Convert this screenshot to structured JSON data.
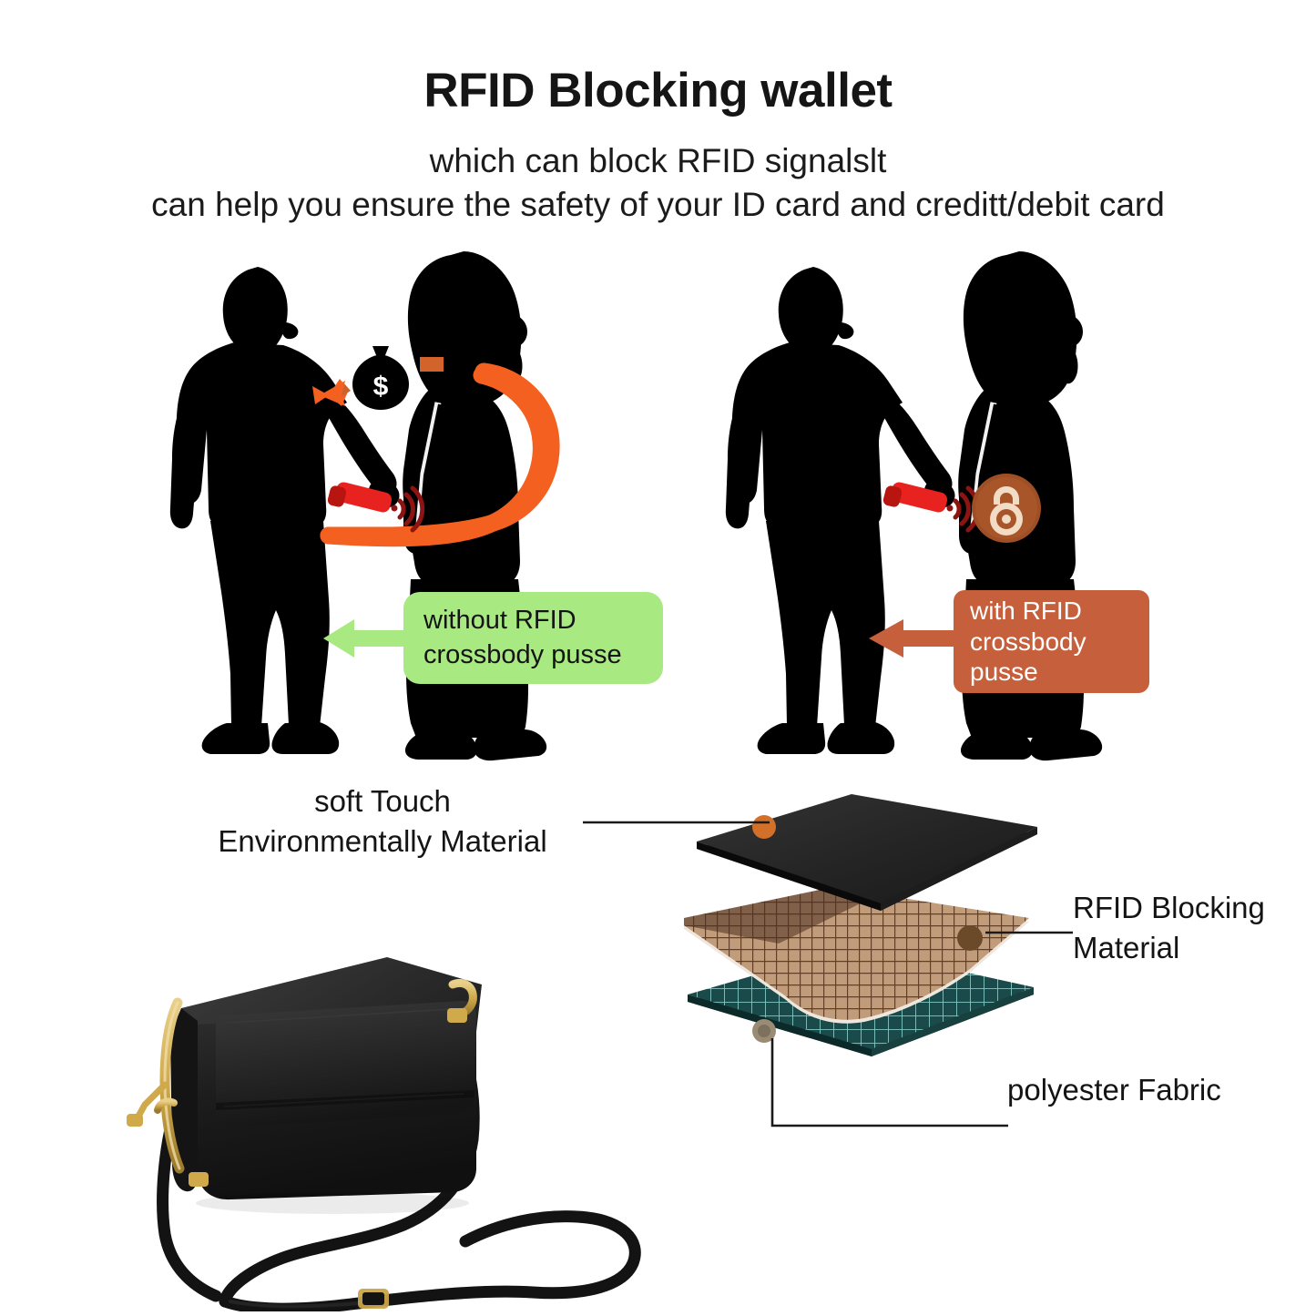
{
  "page": {
    "background": "#ffffff",
    "title": "RFID Blocking wallet",
    "subtitle_line1": "which can block RFID signalslt",
    "subtitle_line2": "can help you ensure the safety of your ID card and creditt/debit card"
  },
  "colors": {
    "orange_arc": "#f4601f",
    "orange_arrow": "#e2672c",
    "callout_green_bg": "#a8e982",
    "callout_green_text": "#141414",
    "callout_orange_bg": "#c6603c",
    "callout_orange_text": "#ffffff",
    "scanner_red": "#e8231f",
    "signal_red": "#8e1414",
    "silhouette": "#000000",
    "layer_top_black": "#2b2b2b",
    "layer_mid_copper": "#b08a6a",
    "layer_bottom_teal": "#1d4a4a",
    "dot_orange": "#d2702a",
    "dot_brown": "#6b4a2a",
    "dot_taupe": "#9a8b74",
    "bag_black": "#1a1a1a",
    "bag_hardware_gold": "#cfa94a"
  },
  "scene_left": {
    "name": "without-rfid-scene",
    "thief_label": "thief-silhouette",
    "victim_label": "woman-silhouette",
    "scanner_label": "rfid-scanner-device",
    "money_bag_symbol": "$",
    "callout": {
      "text": "without  RFID\ncrossbody pusse",
      "line1": "without  RFID",
      "line2": "crossbody pusse",
      "bg": "#a8e982",
      "arrow_direction": "left"
    }
  },
  "scene_right": {
    "name": "with-rfid-scene",
    "thief_label": "thief-silhouette",
    "victim_label": "woman-silhouette",
    "scanner_label": "rfid-scanner-device",
    "shield_bag_label": "rfid-blocking-purse-lock",
    "callout": {
      "text": "with RFID\ncrossbody\npusse",
      "line1": "with RFID",
      "line2": "crossbody",
      "line3": "pusse",
      "bg": "#c6603c",
      "arrow_direction": "left"
    }
  },
  "annotations": {
    "soft_touch": {
      "text": "soft  Touch\nEnvironmentally Material",
      "line1": "soft  Touch",
      "line2": "Environmentally Material",
      "target_layer": "top-black-leather"
    },
    "rfid_blocking": {
      "text": "RFID Blocking\nMaterial",
      "line1": "RFID Blocking",
      "line2": "Material",
      "target_layer": "middle-copper-mesh"
    },
    "polyester": {
      "text": "polyester Fabric",
      "target_layer": "bottom-teal-fabric"
    }
  },
  "layers": {
    "name": "exploded-material-layers",
    "items": [
      {
        "id": "top-black-leather",
        "color": "#2b2b2b",
        "dot": "#d2702a"
      },
      {
        "id": "middle-copper-mesh",
        "color": "#b08a6a",
        "dot": "#6b4a2a"
      },
      {
        "id": "bottom-teal-fabric",
        "color": "#1d4a4a",
        "dot": "#9a8b74"
      }
    ]
  },
  "product": {
    "name": "black-crossbody-wallet-bag",
    "body_color": "#1a1a1a",
    "hardware_color": "#cfa94a"
  }
}
